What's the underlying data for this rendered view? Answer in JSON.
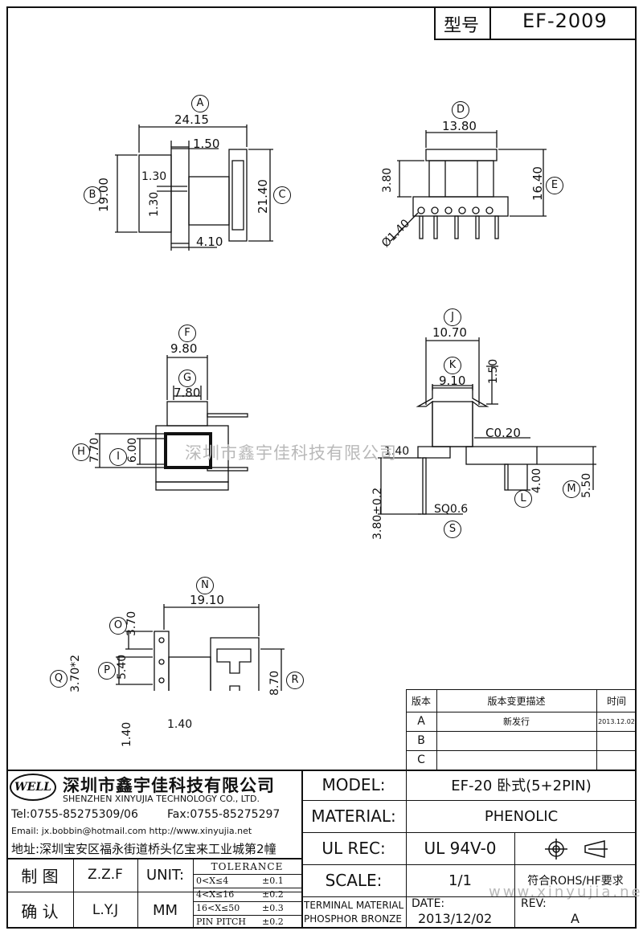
{
  "header": {
    "model_label": "型号",
    "model_value": "EF-2009"
  },
  "dims": {
    "A": "A",
    "A_val": "24.15",
    "B": "B",
    "B_val": "19.00",
    "C": "C",
    "C_val": "21.40",
    "D": "D",
    "D_val": "13.80",
    "E": "E",
    "E_val": "16.40",
    "F": "F",
    "F_val": "9.80",
    "G": "G",
    "G_val": "7.80",
    "H": "H",
    "H_val": "7.70",
    "I": "I",
    "I_val": "6.00",
    "J": "J",
    "J_val": "10.70",
    "K": "K",
    "K_val": "9.10",
    "L": "L",
    "L_val": "4.00",
    "M": "M",
    "M_val": "5.50",
    "N": "N",
    "N_val": "19.10",
    "O": "O",
    "O_val": "3.70",
    "P": "P",
    "P_val": "5.40",
    "Q": "Q",
    "Q_val": "3.70*2",
    "R": "R",
    "R_val": "8.70",
    "S": "S",
    "S_val": "SQ0.6",
    "v150": "1.50",
    "v130a": "1.30",
    "v130b": "1.30",
    "v410": "4.10",
    "v380": "3.80",
    "v140d": "Ø1.40",
    "v150b": "1.50",
    "v020": "C0.20",
    "v140a": "1.40",
    "v380t": "3.80±0.2",
    "v140b": "1.40",
    "v140c": "1.40"
  },
  "watermark": {
    "cn": "深圳市鑫宇佳科技有限公司",
    "url": "www.xinyujia.net"
  },
  "revision": {
    "headers": [
      "版本",
      "版本变更描述",
      "时间"
    ],
    "rows": [
      {
        "ver": "A",
        "desc": "新发行",
        "date": "2013.12.02"
      },
      {
        "ver": "B",
        "desc": "",
        "date": ""
      },
      {
        "ver": "C",
        "desc": "",
        "date": ""
      }
    ]
  },
  "company": {
    "logo": "WELL",
    "name_cn": "深圳市鑫宇佳科技有限公司",
    "name_en": "SHENZHEN XINYUJIA TECHNOLOGY CO., LTD.",
    "tel": "Tel:0755-85275309/06",
    "fax": "Fax:0755-85275297",
    "email": "Email: jx.bobbin@hotmail.com http://www.xinyujia.net",
    "address": "地址:深圳宝安区福永街道桥头亿宝来工业城第2幢"
  },
  "title_block": {
    "model_label": "MODEL:",
    "model_value": "EF-20 卧式(5+2PIN)",
    "material_label": "MATERIAL:",
    "material_value": "PHENOLIC",
    "ulrec_label": "UL REC:",
    "ulrec_value": "UL 94V-0",
    "scale_label": "SCALE:",
    "scale_value": "1/1",
    "rohs": "符合ROHS/HF要求",
    "draw_label": "制 图",
    "draw_name": "Z.Z.F",
    "check_label": "确 认",
    "check_name": "L.Y.J",
    "unit_label": "UNIT:",
    "unit_value": "MM",
    "tolerance_title": "TOLERANCE",
    "tolerance": [
      {
        "range": "0<X≤4",
        "val": "±0.1"
      },
      {
        "range": "4<X≤16",
        "val": "±0.2"
      },
      {
        "range": "16<X≤50",
        "val": "±0.3"
      },
      {
        "range": "PIN PITCH",
        "val": "±0.2"
      }
    ],
    "terminal1": "TERMINAL MATERIAL",
    "terminal2": "PHOSPHOR BRONZE",
    "date_label": "DATE:",
    "date_value": "2013/12/02",
    "rev_label": "REV:",
    "rev_value": "A"
  }
}
